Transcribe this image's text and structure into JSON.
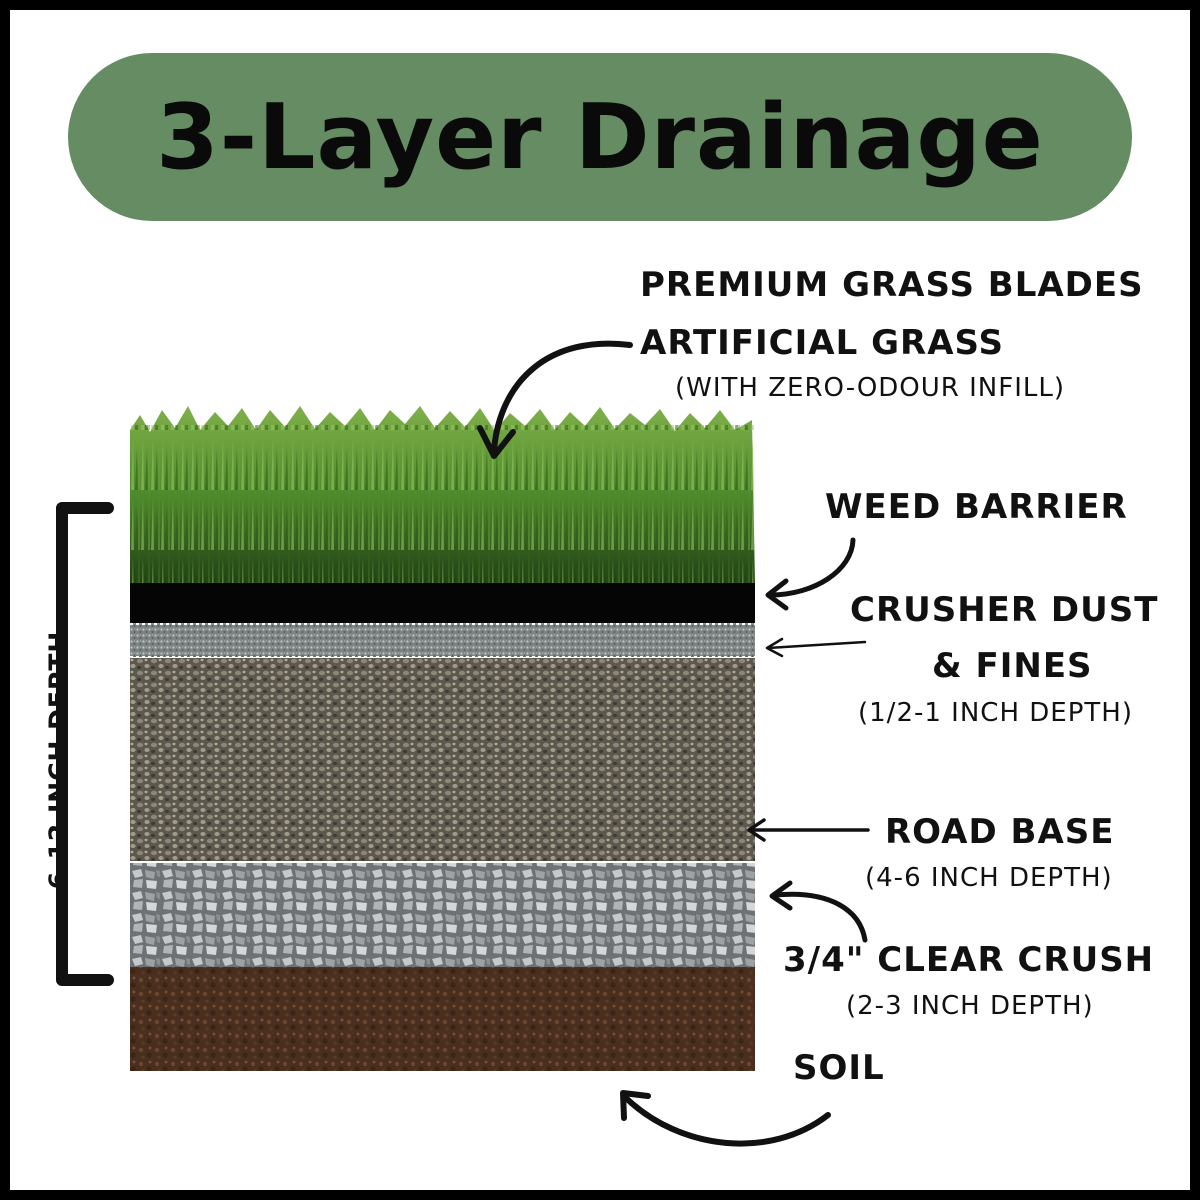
{
  "title": "3-Layer Drainage",
  "depth_bracket_label": "6-12 INCH DEPTH",
  "layers": {
    "grass": {
      "title1": "PREMIUM GRASS BLADES",
      "title2": "ARTIFICIAL GRASS",
      "sub": "(WITH ZERO-ODOUR INFILL)"
    },
    "weed_barrier": {
      "title": "WEED BARRIER"
    },
    "crusher_dust": {
      "title1": "CRUSHER DUST",
      "title2": "& FINES",
      "sub": "(1/2-1 INCH DEPTH)"
    },
    "road_base": {
      "title": "ROAD BASE",
      "sub": "(4-6 INCH DEPTH)"
    },
    "clear_crush": {
      "title": "3/4\" CLEAR CRUSH",
      "sub": "(2-3 INCH DEPTH)"
    },
    "soil": {
      "title": "SOIL"
    }
  },
  "colors": {
    "title_pill": "#658c63",
    "grass_dark": "#2f5a1c",
    "grass_light": "#5f9a35",
    "weed_barrier": "#050505",
    "crusher_dust": "#8a8f8e",
    "road_base": "#5e5a50",
    "clear_crush": "#a9adb0",
    "soil": "#4a3020"
  }
}
